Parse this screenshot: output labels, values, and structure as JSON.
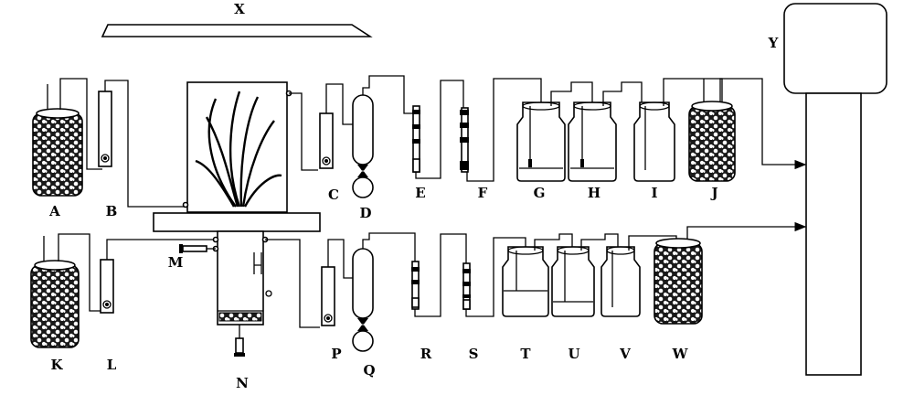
{
  "labels": {
    "X": "X",
    "Y": "Y",
    "A": "A",
    "B": "B",
    "C": "C",
    "D": "D",
    "E": "E",
    "F": "F",
    "G": "G",
    "H": "H",
    "I": "I",
    "J": "J",
    "K": "K",
    "L": "L",
    "M": "M",
    "N": "N",
    "P": "P",
    "Q": "Q",
    "R": "R",
    "S": "S",
    "T": "T",
    "U": "U",
    "V": "V",
    "W": "W"
  },
  "icons": {
    "granular_jar": "granular-filled-jar-icon",
    "flowmeter": "flowmeter-icon",
    "condenser": "condenser-trap-icon",
    "filter_column": "filter-column-icon",
    "gas_bottle": "gas-washing-bottle-icon"
  },
  "colors": {
    "line": "#000000",
    "background": "#ffffff"
  }
}
